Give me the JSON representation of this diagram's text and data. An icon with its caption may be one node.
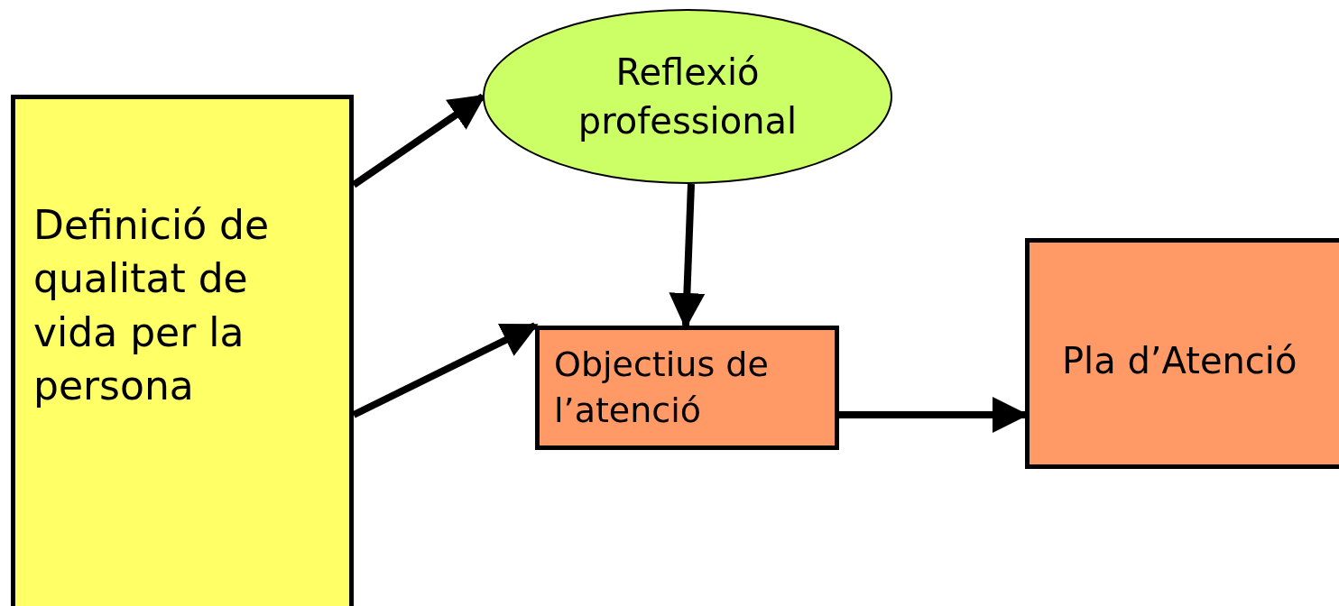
{
  "diagram": {
    "nodes": [
      {
        "text": [
          "Definició de qualitat de vida per la persona"
        ]
      },
      {
        "text": [
          "Reflexió professional"
        ]
      },
      {
        "text": [
          "Objectius de l’atenció"
        ]
      },
      {
        "text": [
          "Pla d’Atenció"
        ]
      }
    ],
    "edges": [
      {
        "from": 0,
        "to": 1,
        "arrow": "to"
      },
      {
        "from": 1,
        "to": 2,
        "arrow": "to"
      },
      {
        "from": 0,
        "to": 2,
        "arrow": "to"
      },
      {
        "from": 2,
        "to": 3,
        "arrow": "to"
      }
    ]
  }
}
